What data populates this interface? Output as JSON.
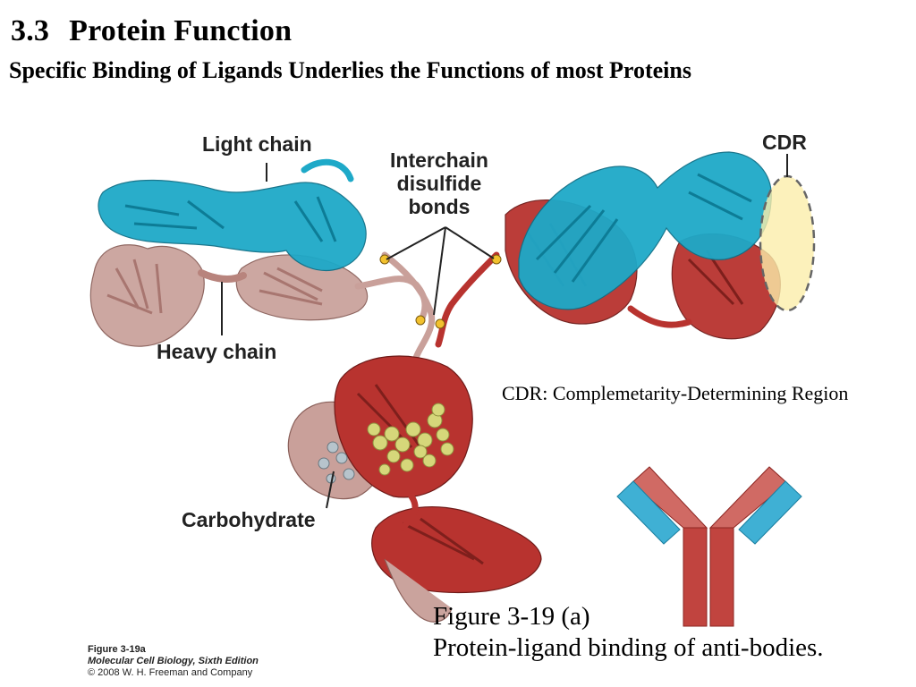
{
  "slide": {
    "section_number": "3.3",
    "section_title": "Protein Function",
    "subtitle": "Specific Binding of Ligands Underlies the Functions of most Proteins"
  },
  "figure": {
    "labels": {
      "light_chain": "Light chain",
      "heavy_chain": "Heavy chain",
      "interchain_line1": "Interchain",
      "interchain_line2": "disulfide",
      "interchain_line3": "bonds",
      "cdr": "CDR",
      "carbohydrate": "Carbohydrate"
    },
    "cdr_note": "CDR: Complemetarity-Determining Region",
    "caption_line1": "Figure 3-19 (a)",
    "caption_line2": "Protein-ligand binding of anti-bodies.",
    "credit_line1": "Figure 3-19a",
    "credit_line2": "Molecular Cell Biology, Sixth Edition",
    "credit_line3": "© 2008 W. H. Freeman and Company"
  },
  "colors": {
    "light_chain": "#1ea9c8",
    "heavy_chain_fab": "#c9a09a",
    "heavy_chain_fc": "#b8332f",
    "cdr_highlight": "#fbeeaa",
    "carbohydrate": "#d6d77a"
  }
}
